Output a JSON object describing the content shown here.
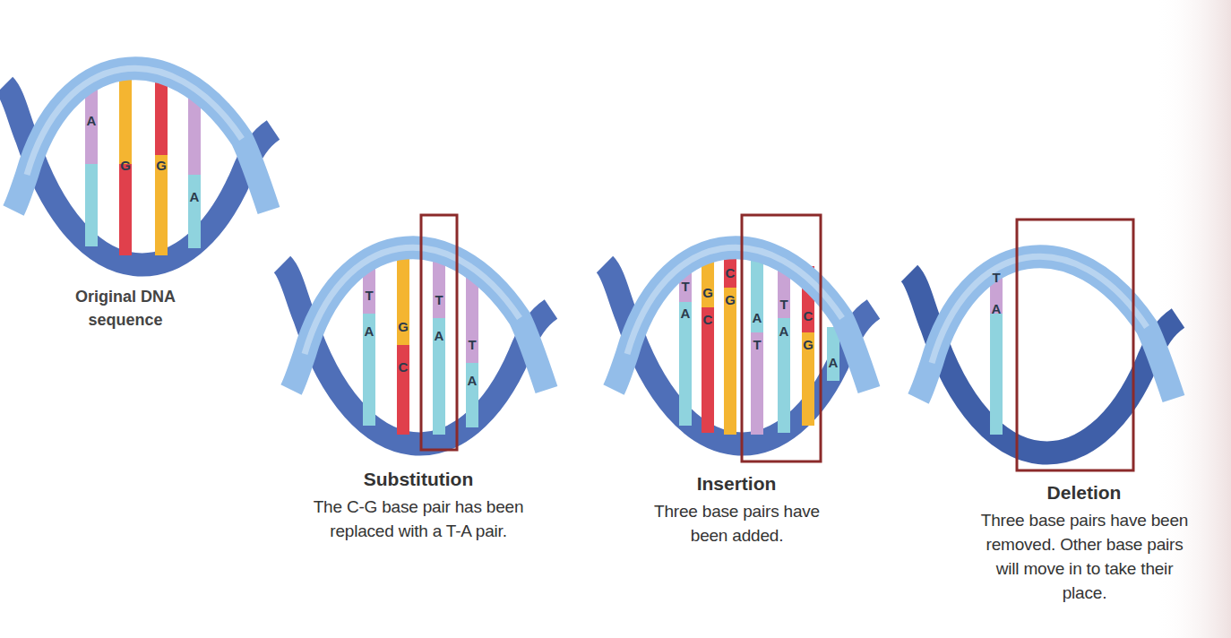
{
  "diagram": {
    "labels": [
      "A",
      "G",
      "G",
      "A",
      "Original DNA sequence",
      "T",
      "A",
      "G",
      "C",
      "T",
      "A",
      "T",
      "A",
      "Substitution",
      "The C-G base pair has been replaced with a T-A pair.",
      "T",
      "A",
      "G",
      "C",
      "C",
      "G",
      "A",
      "T",
      "T",
      "A",
      "C",
      "G",
      "A",
      "Insertion",
      "Three base pairs have been added.",
      "T",
      "A",
      "Deletion",
      "Three base pairs have been removed. Other base pairs will move in to take their place."
    ]
  }
}
